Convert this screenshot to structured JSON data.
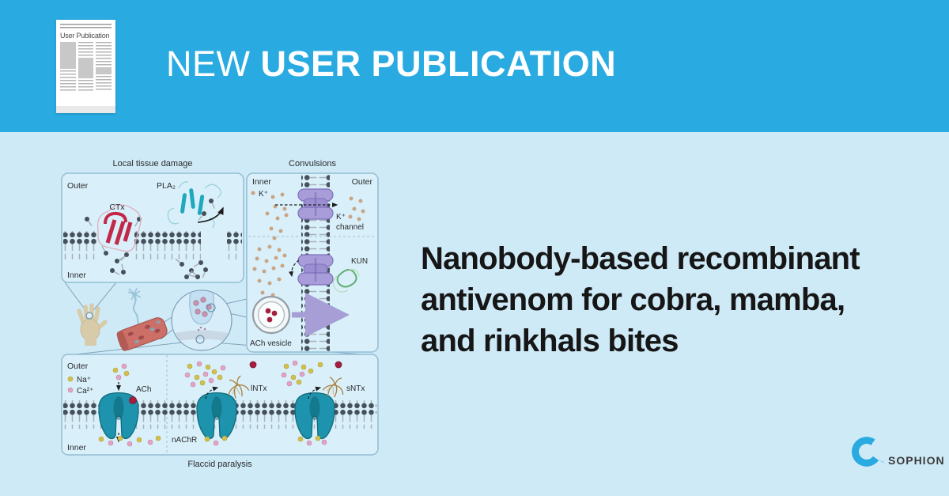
{
  "colors": {
    "topbar_blue": "#29abe2",
    "background_blue": "#cfeaf7",
    "panel_fill": "#d9f0fb",
    "panel_border": "#93bdd4",
    "headline_text": "#161616",
    "title_text": "#ffffff",
    "membrane_head": "#47515b",
    "channel_purple": "#a89dd8",
    "receptor_teal": "#1e93ad",
    "k_ion_tan": "#c9a584",
    "na_ion_yellow": "#d2bf4e",
    "ca_ion_pink": "#e2a3c4",
    "ach_red": "#a51f3f",
    "kun_green": "#5fae6f",
    "pla2_cyan": "#1fa9bd",
    "ctx_red": "#c22848",
    "logo_blue": "#29abe2",
    "logo_text": "#3b3b3b"
  },
  "topbar": {
    "badge_label": "User Publication",
    "title_light": "NEW ",
    "title_bold": "USER PUBLICATION"
  },
  "headline": {
    "line1": "Nanobody-based recombinant",
    "line2": "antivenom for cobra, mamba,",
    "line3": "and rinkhals bites"
  },
  "figure": {
    "panel_local": {
      "title": "Local tissue damage",
      "outer_label": "Outer",
      "inner_label": "Inner",
      "pla2_label": "PLA₂",
      "ctx_label": "CTx"
    },
    "panel_convulsions": {
      "title": "Convulsions",
      "inner_label": "Inner",
      "outer_label": "Outer",
      "k_ion_label": "K⁺",
      "k_channel_line1": "K⁺",
      "k_channel_line2": "channel",
      "kun_label": "KUN",
      "ach_vesicle_label": "ACh vesicle"
    },
    "panel_paralysis": {
      "outer_label": "Outer",
      "inner_label": "Inner",
      "na_label": "Na⁺",
      "ca_label": "Ca²⁺",
      "ach_label": "ACh",
      "lntx_label": "lNTx",
      "sntx_label": "sNTx",
      "nachr_label": "nAChR",
      "caption": "Flaccid paralysis"
    }
  },
  "logo": {
    "wordmark": "SOPHION"
  }
}
